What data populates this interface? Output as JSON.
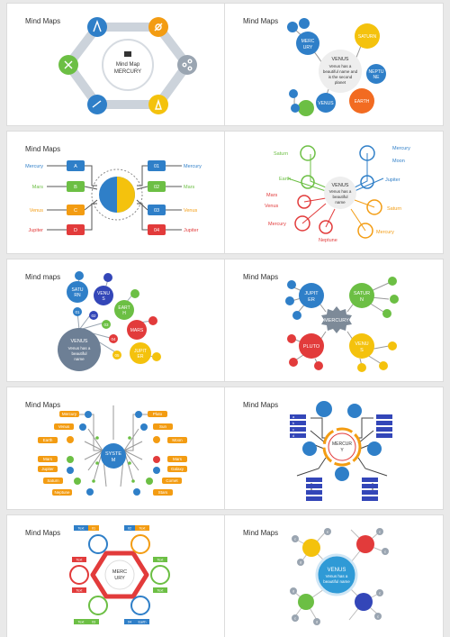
{
  "slides": [
    {
      "title": "Mind Maps",
      "center": [
        "Mind Map",
        "MERCURY"
      ]
    },
    {
      "title": "Mind Maps",
      "center": [
        "VENUS",
        "Venus has a",
        "beautiful name and",
        "is the second",
        "planet"
      ],
      "nodes": {
        "mercury": [
          "MERC",
          "URY"
        ],
        "saturn": "SATURN",
        "neptune": [
          "NEPTU",
          "NE"
        ],
        "earth": "EARTH",
        "venus": "VENUS"
      }
    },
    {
      "title": "Mind Maps",
      "left_labels": [
        "Mercury",
        "Mars",
        "Venus",
        "Jupiter"
      ],
      "left_boxes": [
        "A",
        "B",
        "C",
        "D"
      ],
      "right_boxes": [
        "01",
        "02",
        "03",
        "04"
      ],
      "right_labels": [
        "Mercury",
        "Mars",
        "Venus",
        "Jupiter"
      ]
    },
    {
      "title": "",
      "center": [
        "VENUS",
        "Venus has a",
        "beautiful",
        "name"
      ],
      "labels": {
        "saturn": "Saturn",
        "earth": "Earth",
        "mercury_r": "Mercury",
        "moon": "Moon",
        "jupiter": "Jupiter",
        "mars": "Mars",
        "venus": "Venus",
        "mercury_l": "Mercury",
        "neptune": "Neptune",
        "saturn_r": "Saturn",
        "mercury_b": "Mercury"
      }
    },
    {
      "title": "Mind maps",
      "center": [
        "VENUS",
        "Venus has a",
        "beautiful",
        "name"
      ],
      "nodes": {
        "saturn": [
          "SATU",
          "RN"
        ],
        "venus": [
          "VENU",
          "S"
        ],
        "earth": [
          "EART",
          "H"
        ],
        "mars": "MARS",
        "jupiter": [
          "JUPIT",
          "ER"
        ]
      },
      "numbers": [
        "01",
        "02",
        "03",
        "04",
        "05"
      ]
    },
    {
      "title": "Mind Maps",
      "center": "MERCURY",
      "nodes": {
        "jupiter": [
          "JUPIT",
          "ER"
        ],
        "saturn": [
          "SATUR",
          "N"
        ],
        "pluto": "PLUTO",
        "venus": [
          "VENU",
          "S"
        ]
      }
    },
    {
      "title": "Mind Maps",
      "center": [
        "SYSTE",
        "M"
      ],
      "left_labels": [
        "Mercury",
        "Venus",
        "Earth",
        "Mars",
        "Jupiter",
        "Saturn",
        "Neptune"
      ],
      "right_labels": [
        "Pluto",
        "Sun",
        "Moon",
        "Mars",
        "Galaxy",
        "Comet",
        "Stars"
      ]
    },
    {
      "title": "Mind Maps",
      "center": [
        "MERCUR",
        "Y"
      ],
      "list_values": [
        "a",
        "b",
        "c",
        "d"
      ]
    },
    {
      "title": "Mind Maps",
      "center": [
        "MERC",
        "URY"
      ],
      "tags": [
        "Text",
        "01",
        "02",
        "Text",
        "Text",
        "Text",
        "Text",
        "Text",
        "03",
        "04"
      ],
      "bottom_labels": [
        "Text",
        "Earth"
      ]
    },
    {
      "title": "Mind Maps",
      "center": [
        "VENUS",
        "Venus has a",
        "beautiful name"
      ],
      "letters": [
        "c",
        "d",
        "e",
        "c",
        "c",
        "d",
        "c",
        "d",
        "c",
        "c"
      ]
    }
  ],
  "colors": {
    "blue": "#2f7fc8",
    "orange": "#f39c12",
    "green": "#6cbf44",
    "red": "#e23b3b",
    "yellow": "#f4c20d",
    "gray": "#9aa5b1",
    "teal": "#1fb6a6",
    "navy": "#3346b8"
  }
}
